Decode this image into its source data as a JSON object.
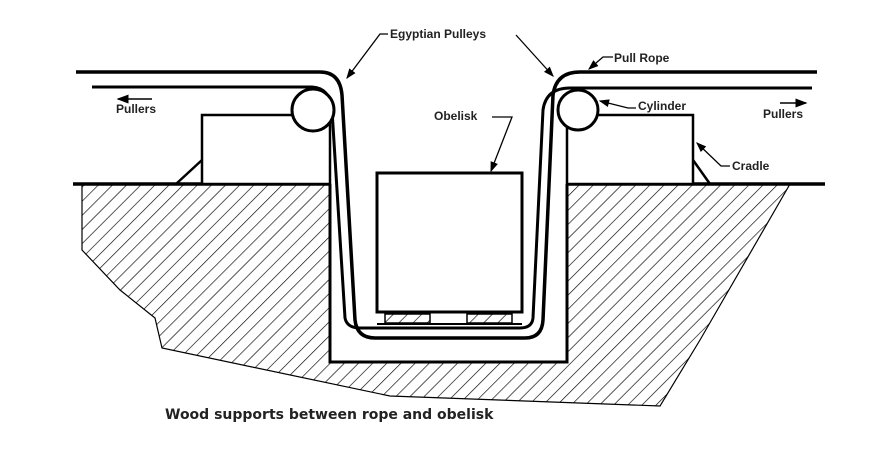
{
  "labels": {
    "egyptian_pulleys": "Egyptian Pulleys",
    "pull_rope": "Pull Rope",
    "pullers_left": "Pullers",
    "pullers_right": "Pullers",
    "obelisk": "Obelisk",
    "cylinder": "Cylinder",
    "cradle": "Cradle"
  },
  "caption": "Wood supports between rope and obelisk",
  "colors": {
    "ink": "#000000",
    "background": "#ffffff"
  }
}
